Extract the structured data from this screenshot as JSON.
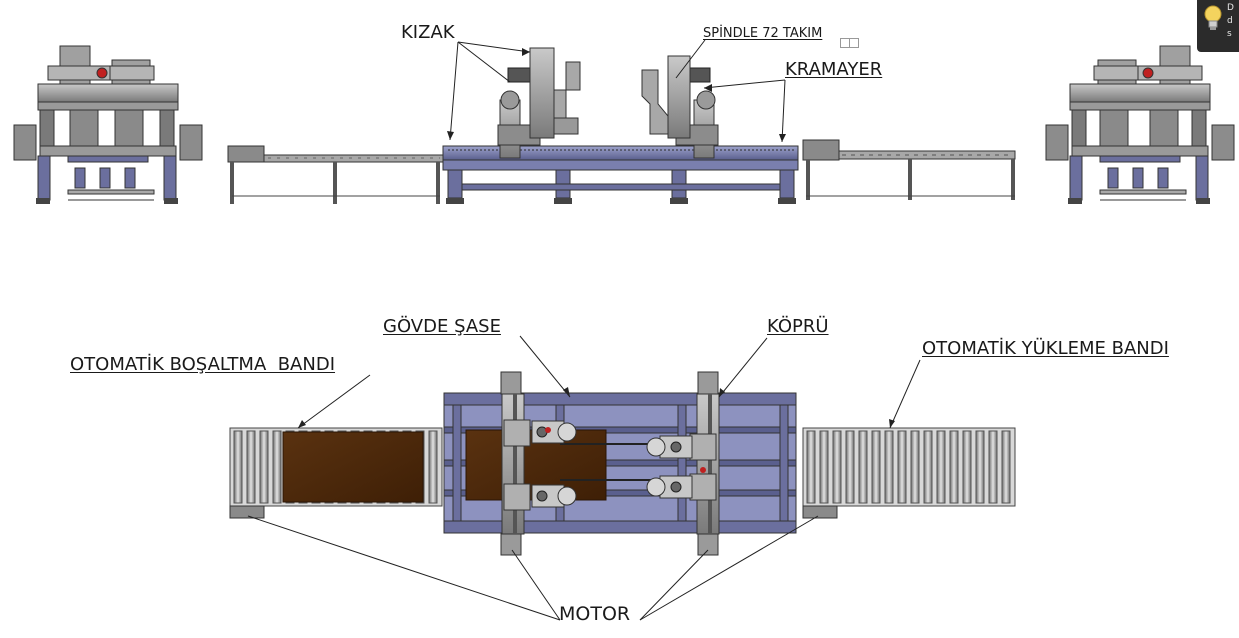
{
  "labels": {
    "kizak": "KIZAK",
    "spindle": "SPİNDLE 72 TAKIM",
    "kramayer": "KRAMAYER",
    "govde_sase": "GÖVDE ŞASE",
    "kopru": "KÖPRÜ",
    "bosaltma_bandi": "OTOMATİK BOŞALTMA  BANDI",
    "yukleme_bandi": "OTOMATİK YÜKLEME BANDI",
    "motor": "MOTOR"
  },
  "notice": {
    "icon": "lightbulb-icon",
    "lines": [
      "D",
      "d",
      "s"
    ]
  },
  "colors": {
    "frame_blue": "#6b6f9e",
    "frame_blue_light": "#9aa0c8",
    "steel": "#8a8a8a",
    "steel_dark": "#4a4a4a",
    "wood": "#4f2a0c",
    "leader": "#222222"
  }
}
